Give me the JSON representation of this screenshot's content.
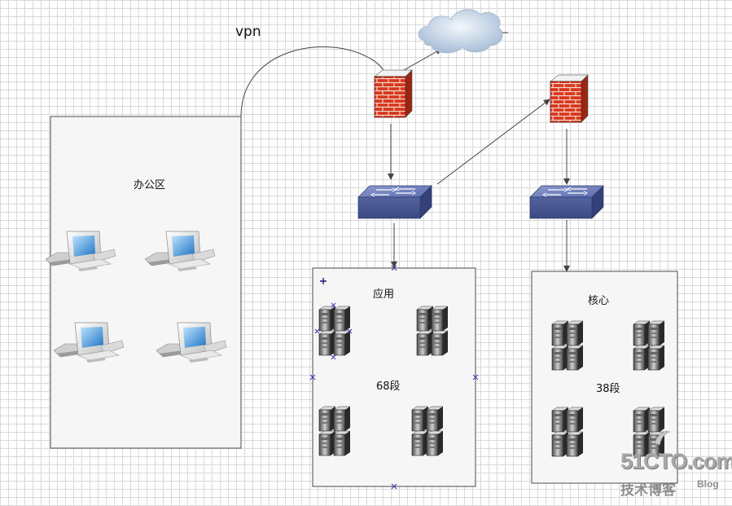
{
  "labels": {
    "vpn": "vpn",
    "office_zone": "办公区",
    "app_zone_title": "应用",
    "app_zone_subnet": "68段",
    "core_zone_title": "核心",
    "core_zone_subnet": "38段"
  },
  "watermark": {
    "site": "51CTO.com",
    "tagline": "技术博客",
    "blog": "Blog"
  },
  "icons": [
    "cloud-icon",
    "firewall-icon",
    "switch-icon",
    "server-icon",
    "computer-icon"
  ],
  "colors": {
    "firewall": "#d8321e",
    "switch": "#4f5f9a",
    "cloud": "#b9cde3",
    "monitor_screen": "#2f86d0",
    "grid": "#d9d9d9"
  }
}
